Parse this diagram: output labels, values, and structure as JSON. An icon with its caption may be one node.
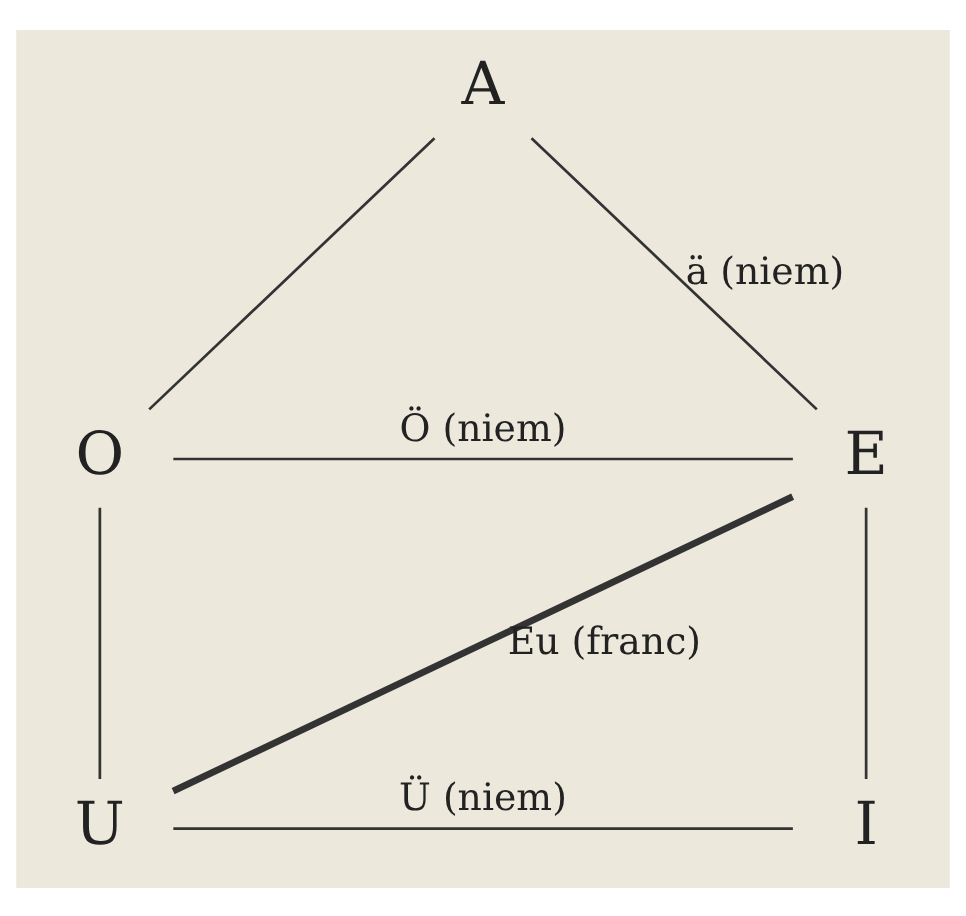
{
  "diagram": {
    "nodes": [
      {
        "text": [
          "A"
        ]
      },
      {
        "text": [
          "O"
        ]
      },
      {
        "text": [
          "E"
        ]
      },
      {
        "text": [
          "U"
        ]
      },
      {
        "text": [
          "I"
        ]
      }
    ],
    "edges": [
      {
        "from": 0,
        "to": 1,
        "arrow": "none"
      },
      {
        "from": 0,
        "to": 2,
        "arrow": "none",
        "label": "ä (niem)"
      },
      {
        "from": 1,
        "to": 2,
        "arrow": "none",
        "label": "Ö (niem)"
      },
      {
        "from": 1,
        "to": 3,
        "arrow": "none"
      },
      {
        "from": 3,
        "to": 2,
        "arrow": "none",
        "label": "Eu (franc)",
        "style": "thick"
      },
      {
        "from": 2,
        "to": 4,
        "arrow": "none"
      },
      {
        "from": 3,
        "to": 4,
        "arrow": "none",
        "label": "Ü (niem)"
      }
    ]
  }
}
